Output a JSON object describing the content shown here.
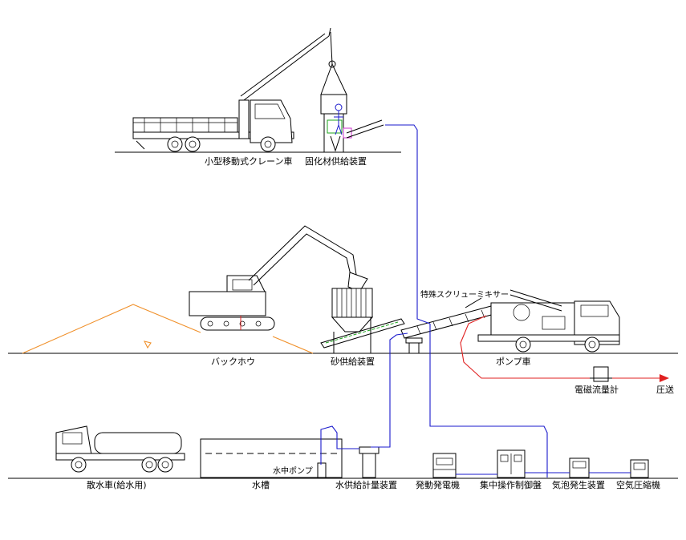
{
  "labels": {
    "crane_truck": "小型移動式クレーン車",
    "solidifier_feeder": "固化材供給装置",
    "backhoe": "バックホウ",
    "sand_feeder": "砂供給装置",
    "screw_mixer": "特殊スクリューミキサー",
    "pump_truck": "ポンプ車",
    "flowmeter": "電磁流量計",
    "pressure_send": "圧送",
    "water_truck": "散水車(給水用)",
    "water_tank": "水槽",
    "submersible_pump": "水中ポンプ",
    "water_meter_feeder": "水供給計量装置",
    "generator": "発動発電機",
    "control_panel": "集中操作制御盤",
    "foam_generator": "気泡発生装置",
    "air_compressor": "空気圧縮機"
  },
  "colors": {
    "line": "#000000",
    "water_pipe": "#1a1acc",
    "output_pipe": "#e02020",
    "sand_pile": "#f0902a"
  }
}
